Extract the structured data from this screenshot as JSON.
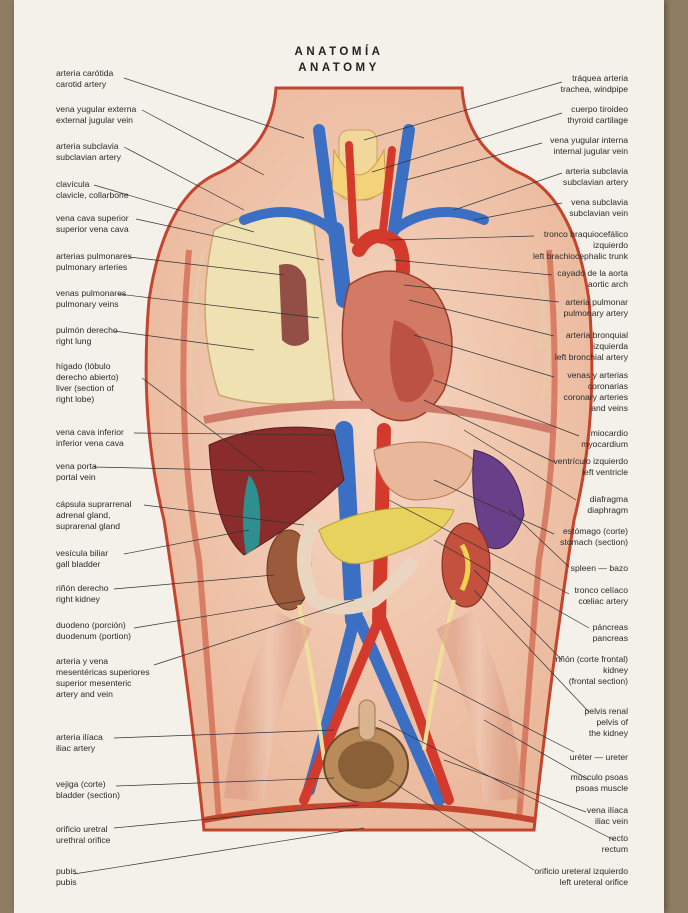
{
  "title_es": "ANATOMÍA",
  "title_en": "ANATOMY",
  "labels_left": [
    {
      "id": "carotid",
      "lines": [
        "arteria carótida",
        "carotid artery"
      ]
    },
    {
      "id": "ext-jugular",
      "lines": [
        "vena yugular externa",
        "external jugular vein"
      ]
    },
    {
      "id": "subclavian-artery",
      "lines": [
        "arteria subclavia",
        "subclavian artery"
      ]
    },
    {
      "id": "clavicle",
      "lines": [
        "clavícula",
        "clavicle, collarbone"
      ]
    },
    {
      "id": "sup-vena-cava",
      "lines": [
        "vena cava superior",
        "superior vena cava"
      ]
    },
    {
      "id": "pulm-arteries",
      "lines": [
        "arterias pulmonares",
        "pulmonary arteries"
      ]
    },
    {
      "id": "pulm-veins",
      "lines": [
        "venas pulmonares",
        "pulmonary veins"
      ]
    },
    {
      "id": "right-lung",
      "lines": [
        "pulmón derecho",
        "right lung"
      ]
    },
    {
      "id": "liver",
      "lines": [
        "hígado (lóbulo",
        "derecho abierto)",
        "liver (section of",
        "right lobe)"
      ]
    },
    {
      "id": "inf-vena-cava",
      "lines": [
        "vena cava inferior",
        "inferior vena cava"
      ]
    },
    {
      "id": "portal-vein",
      "lines": [
        "vena porta",
        "portal vein"
      ]
    },
    {
      "id": "adrenal",
      "lines": [
        "cápsula suprarrenal",
        "adrenal gland,",
        "suprarenal gland"
      ]
    },
    {
      "id": "gall-bladder",
      "lines": [
        "vesícula biliar",
        "gall bladder"
      ]
    },
    {
      "id": "right-kidney",
      "lines": [
        "riñón derecho",
        "right kidney"
      ]
    },
    {
      "id": "duodenum",
      "lines": [
        "duodeno (porción)",
        "duodenum (portion)"
      ]
    },
    {
      "id": "mesenteric",
      "lines": [
        "arteria y vena",
        "mesentéricas superiores",
        "superior mesenteric",
        "artery and vein"
      ]
    },
    {
      "id": "iliac-artery",
      "lines": [
        "arteria ilíaca",
        "iliac artery"
      ]
    },
    {
      "id": "bladder",
      "lines": [
        "vejiga (corte)",
        "bladder (section)"
      ]
    },
    {
      "id": "urethral-orifice",
      "lines": [
        "orificio uretral",
        "urethral orifice"
      ]
    },
    {
      "id": "pubis",
      "lines": [
        "pubis",
        "pubis"
      ]
    }
  ],
  "labels_right": [
    {
      "id": "trachea",
      "lines": [
        "tráquea arteria",
        "trachea, windpipe"
      ]
    },
    {
      "id": "thyroid",
      "lines": [
        "cuerpo tiroideo",
        "thyroid cartilage"
      ]
    },
    {
      "id": "int-jugular",
      "lines": [
        "vena yugular interna",
        "internal jugular vein"
      ]
    },
    {
      "id": "subclavian-artery-r",
      "lines": [
        "arteria subclavia",
        "subclavian artery"
      ]
    },
    {
      "id": "subclavian-vein",
      "lines": [
        "vena subclavia",
        "subclavian vein"
      ]
    },
    {
      "id": "brachiocephalic",
      "lines": [
        "tronco braquiocefálico",
        "izquierdo",
        "left brachiocephalic trunk"
      ]
    },
    {
      "id": "aortic-arch",
      "lines": [
        "cayado de la aorta",
        "aortic arch"
      ]
    },
    {
      "id": "pulm-artery",
      "lines": [
        "arteria pulmonar",
        "pulmonary artery"
      ]
    },
    {
      "id": "bronchial",
      "lines": [
        "arteria bronquial",
        "izquierda",
        "left bronchial artery"
      ]
    },
    {
      "id": "coronary",
      "lines": [
        "venas y arterias",
        "coronarias",
        "coronary arteries",
        "and veins"
      ]
    },
    {
      "id": "myocardium",
      "lines": [
        "miocardio",
        "myocardium"
      ]
    },
    {
      "id": "left-ventricle",
      "lines": [
        "ventrículo izquierdo",
        "left ventricle"
      ]
    },
    {
      "id": "diaphragm",
      "lines": [
        "diafragma",
        "diaphragm"
      ]
    },
    {
      "id": "stomach",
      "lines": [
        "estómago (corte)",
        "stomach (section)"
      ]
    },
    {
      "id": "spleen",
      "lines": [
        "spleen  —  bazo"
      ]
    },
    {
      "id": "celiac",
      "lines": [
        "tronco celíaco",
        "cœliac artery"
      ]
    },
    {
      "id": "pancreas",
      "lines": [
        "páncreas",
        "pancreas"
      ]
    },
    {
      "id": "kidney-section",
      "lines": [
        "riñón (corte frontal)",
        "kidney",
        "(frontal section)"
      ]
    },
    {
      "id": "renal-pelvis",
      "lines": [
        "pelvis renal",
        "pelvis of",
        "the kidney"
      ]
    },
    {
      "id": "ureter",
      "lines": [
        "uréter  —  ureter"
      ]
    },
    {
      "id": "psoas",
      "lines": [
        "músculo psoas",
        "psoas muscle"
      ]
    },
    {
      "id": "iliac-vein",
      "lines": [
        "vena ilíaca",
        "iliac vein"
      ]
    },
    {
      "id": "rectum",
      "lines": [
        "recto",
        "rectum"
      ]
    },
    {
      "id": "left-ureteral-orifice",
      "lines": [
        "orificio ureteral izquierdo",
        "left ureteral orifice"
      ]
    }
  ]
}
